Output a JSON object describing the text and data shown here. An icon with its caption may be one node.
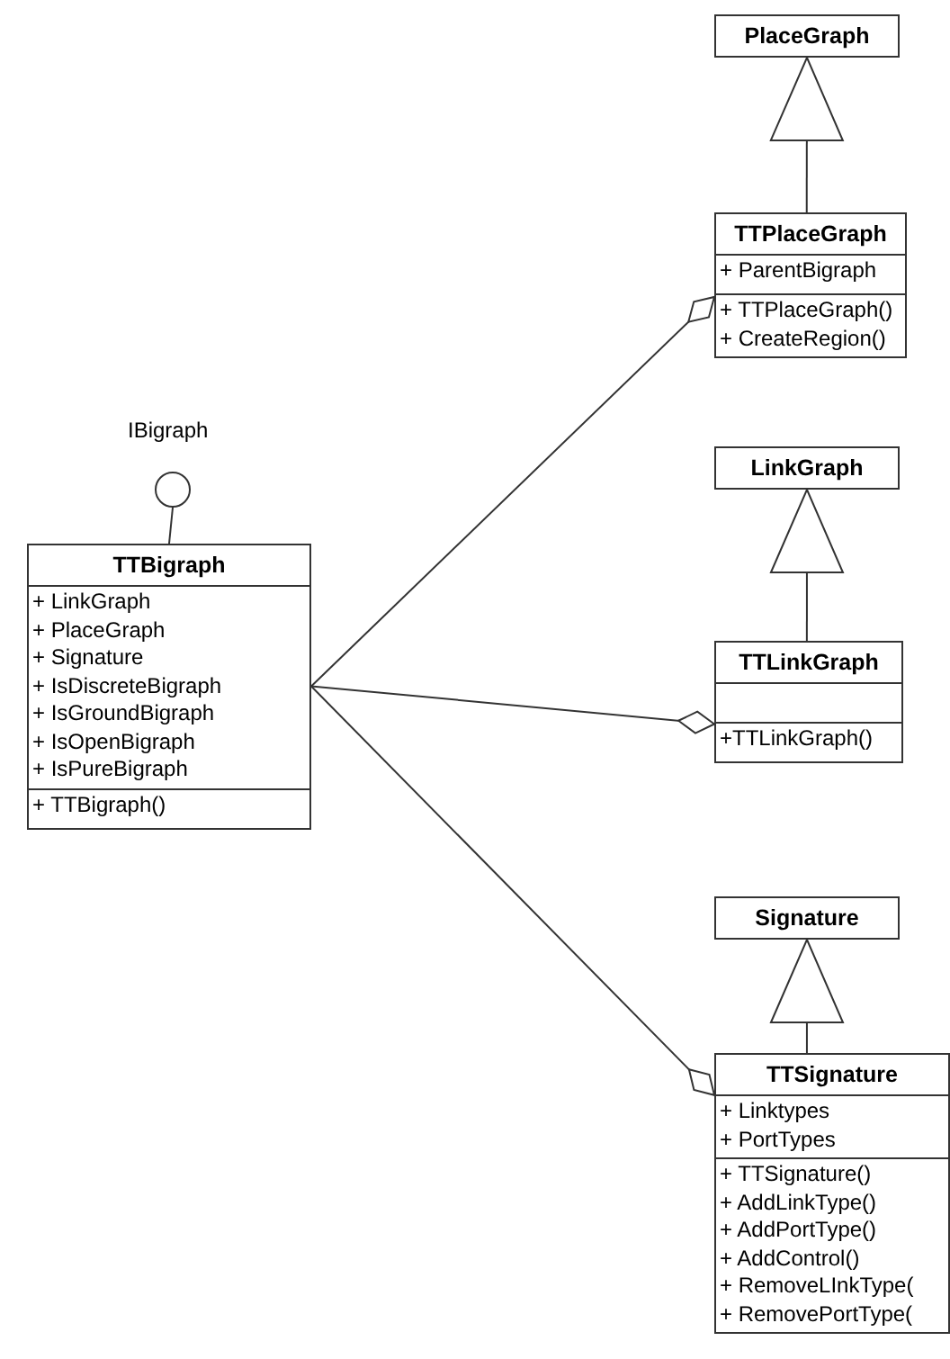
{
  "diagram": {
    "nodes": [
      {
        "text": [
          "PlaceGraph"
        ]
      },
      {
        "text": [
          "TTPlaceGraph",
          "+ ParentBigraph",
          "+ TTPlaceGraph()",
          "+ CreateRegion()"
        ]
      },
      {
        "text": [],
        "shape": "circle",
        "beside": [
          "IBigraph"
        ]
      },
      {
        "text": [
          "TTBigraph",
          "+ LinkGraph",
          "+ PlaceGraph",
          "+ Signature",
          "+ IsDiscreteBigraph",
          "+ IsGroundBigraph",
          "+ IsOpenBigraph",
          "+ IsPureBigraph",
          "+ TTBigraph()"
        ]
      },
      {
        "text": [
          "LinkGraph"
        ]
      },
      {
        "text": [
          "TTLinkGraph",
          "+TTLinkGraph()"
        ]
      },
      {
        "text": [
          "Signature"
        ]
      },
      {
        "text": [
          "TTSignature",
          "+ Linktypes",
          "+ PortTypes",
          "+ TTSignature()",
          "+ AddLinkType()",
          "+ AddPortType()",
          "+ AddControl()",
          "+ RemoveLInkType(",
          "+ RemovePortType("
        ]
      }
    ],
    "edges": [
      {
        "from": 1,
        "to": 0,
        "arrow": "to"
      },
      {
        "from": 3,
        "to": 1,
        "arrow": "other"
      },
      {
        "from": 2,
        "to": 3,
        "arrow": "none"
      },
      {
        "from": 5,
        "to": 4,
        "arrow": "to"
      },
      {
        "from": 3,
        "to": 5,
        "arrow": "other"
      },
      {
        "from": 7,
        "to": 6,
        "arrow": "to"
      },
      {
        "from": 3,
        "to": 7,
        "arrow": "other"
      }
    ]
  }
}
